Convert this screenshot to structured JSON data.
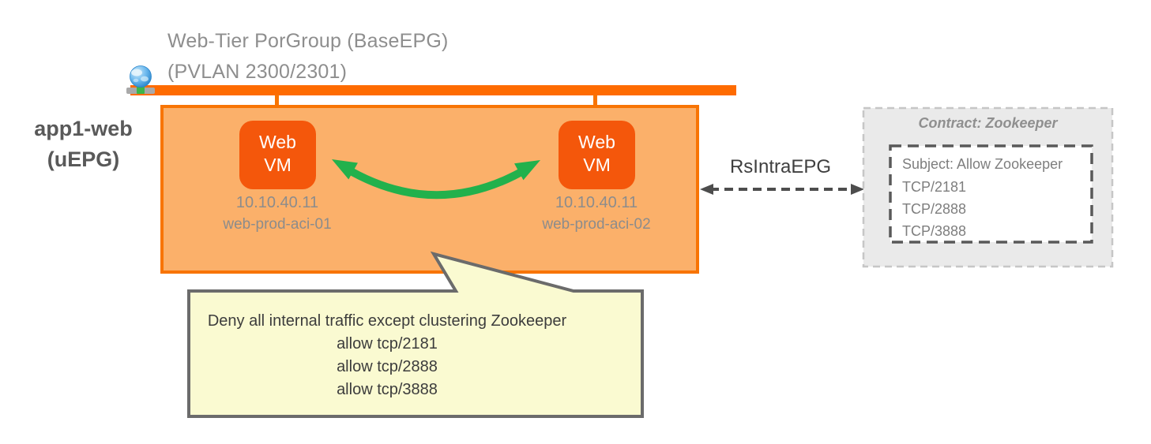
{
  "portgroup": {
    "line1": "Web-Tier PorGroup (BaseEPG)",
    "line2": "(PVLAN 2300/2301)"
  },
  "uepg": {
    "line1": "app1-web",
    "line2": "(uEPG)"
  },
  "vms": [
    {
      "name_line1": "Web",
      "name_line2": "VM",
      "ip": "10.10.40.11",
      "hostname": "web-prod-aci-01"
    },
    {
      "name_line1": "Web",
      "name_line2": "VM",
      "ip": "10.10.40.11",
      "hostname": "web-prod-aci-02"
    }
  ],
  "relation": {
    "label": "RsIntraEPG"
  },
  "contract": {
    "title": "Contract: Zookeeper",
    "subject": "Subject: Allow Zookeeper",
    "ports": [
      "TCP/2181",
      "TCP/2888",
      "TCP/3888"
    ]
  },
  "callout": {
    "line1": "Deny all internal traffic except clustering Zookeeper",
    "rules": [
      "allow tcp/2181",
      "allow tcp/2888",
      "allow tcp/3888"
    ]
  },
  "colors": {
    "epg_border_orange": "#f87403",
    "epg_fill_orange": "#fbb06a",
    "vm_orange": "#f4570b",
    "bar_orange": "#fe6b01",
    "arrow_green": "#22b14c",
    "dashed_arrow_gray": "#4d4d4d",
    "callout_fill": "#fafad1",
    "callout_border": "#6b6b6b",
    "contract_fill": "#eaeaea",
    "label_gray": "#8c8c8c"
  }
}
